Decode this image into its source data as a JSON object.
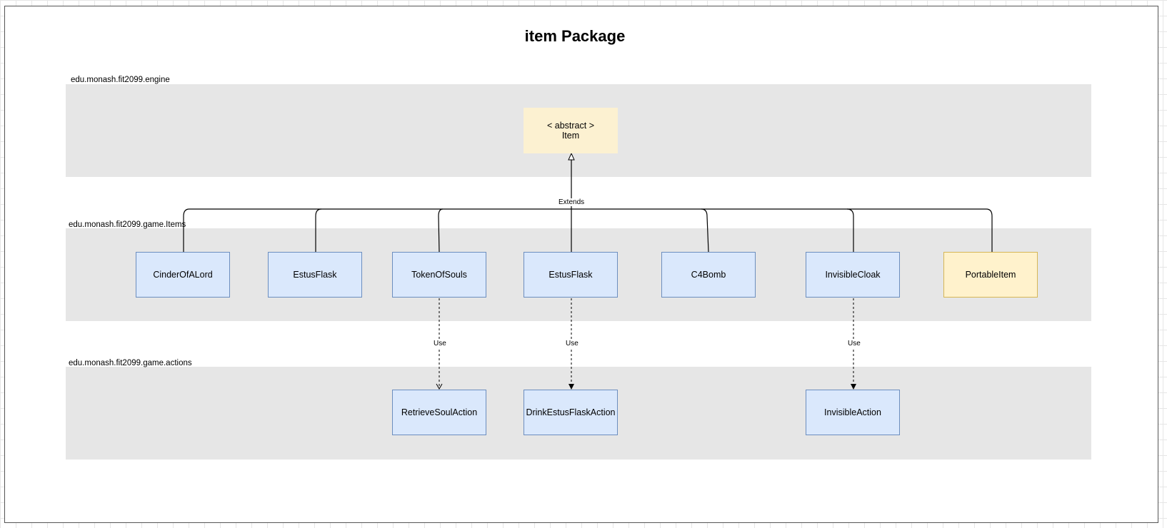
{
  "diagram": {
    "title": "item Package",
    "packages": {
      "engine": "edu.monash.fit2099.engine",
      "items": "edu.monash.fit2099.game.Items",
      "actions": "edu.monash.fit2099.game.actions"
    },
    "item_abstract": "< abstract >\nItem",
    "items": [
      "CinderOfALord",
      "EstusFlask",
      "TokenOfSouls",
      "EstusFlask",
      "C4Bomb",
      "InvisibleCloak",
      "PortableItem"
    ],
    "actions": [
      "RetrieveSoulAction",
      "DrinkEstusFlaskAction",
      "InvisibleAction"
    ],
    "edge_labels": {
      "extends": "Extends",
      "use": "Use"
    },
    "colors": {
      "class_fill": "#dae8fc",
      "class_border": "#6c8ebf",
      "highlight_fill": "#fff2cc",
      "highlight_border": "#d6b656",
      "package_band": "#e6e6e6"
    }
  }
}
